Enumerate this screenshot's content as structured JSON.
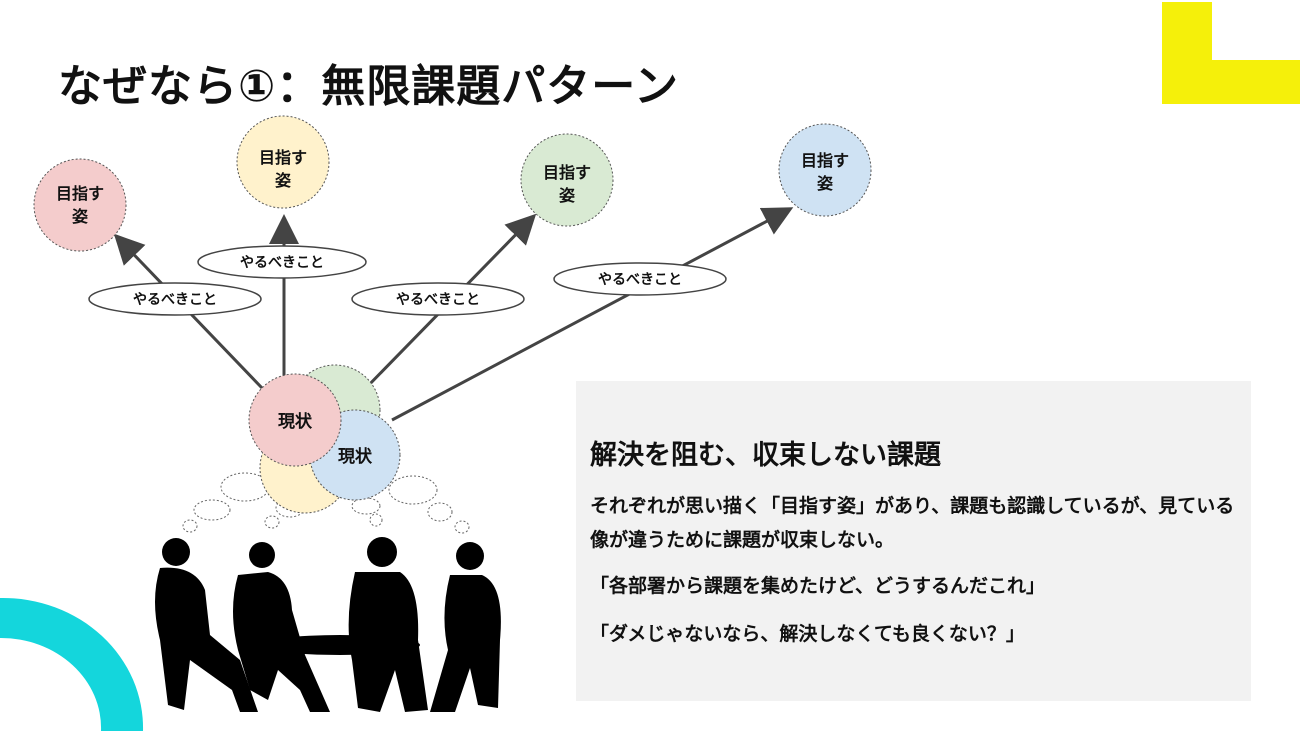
{
  "title": "なぜなら①：無限課題パターン",
  "diagram": {
    "goal_label_line1": "目指す",
    "goal_label_line2": "姿",
    "action_label": "やるべきこと",
    "current_label": "現状",
    "colors": {
      "pink": "#f4cccc",
      "yellow": "#fff2cc",
      "green": "#d9ead3",
      "blue": "#cfe2f3"
    }
  },
  "callout": {
    "heading": "解決を阻む、収束しない課題",
    "body": "それぞれが思い描く「目指す姿」があり、課題も認識しているが、見ている像が違うために課題が収束しない。",
    "quote1": "「各部署から課題を集めたけど、どうするんだこれ」",
    "quote2": "「ダメじゃないなら、解決しなくても良くない？」"
  }
}
